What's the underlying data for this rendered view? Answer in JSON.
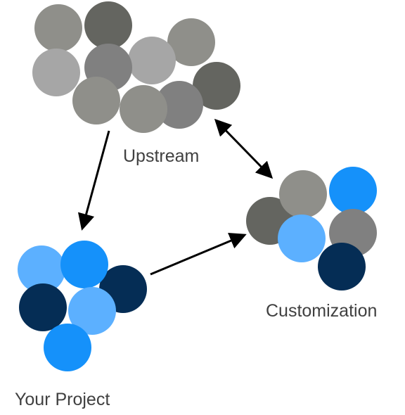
{
  "labels": {
    "upstream": "Upstream",
    "your_project": "Your Project",
    "customization": "Customization"
  },
  "colors": {
    "gray_light": "#A6A6A6",
    "gray_medium": "#808080",
    "gray_warm": "#8F8F8A",
    "gray_dark": "#646560",
    "blue_light": "#5CB0FF",
    "blue_bright": "#1591FA",
    "navy": "#052D55",
    "arrow": "#000000",
    "text": "#404040"
  }
}
